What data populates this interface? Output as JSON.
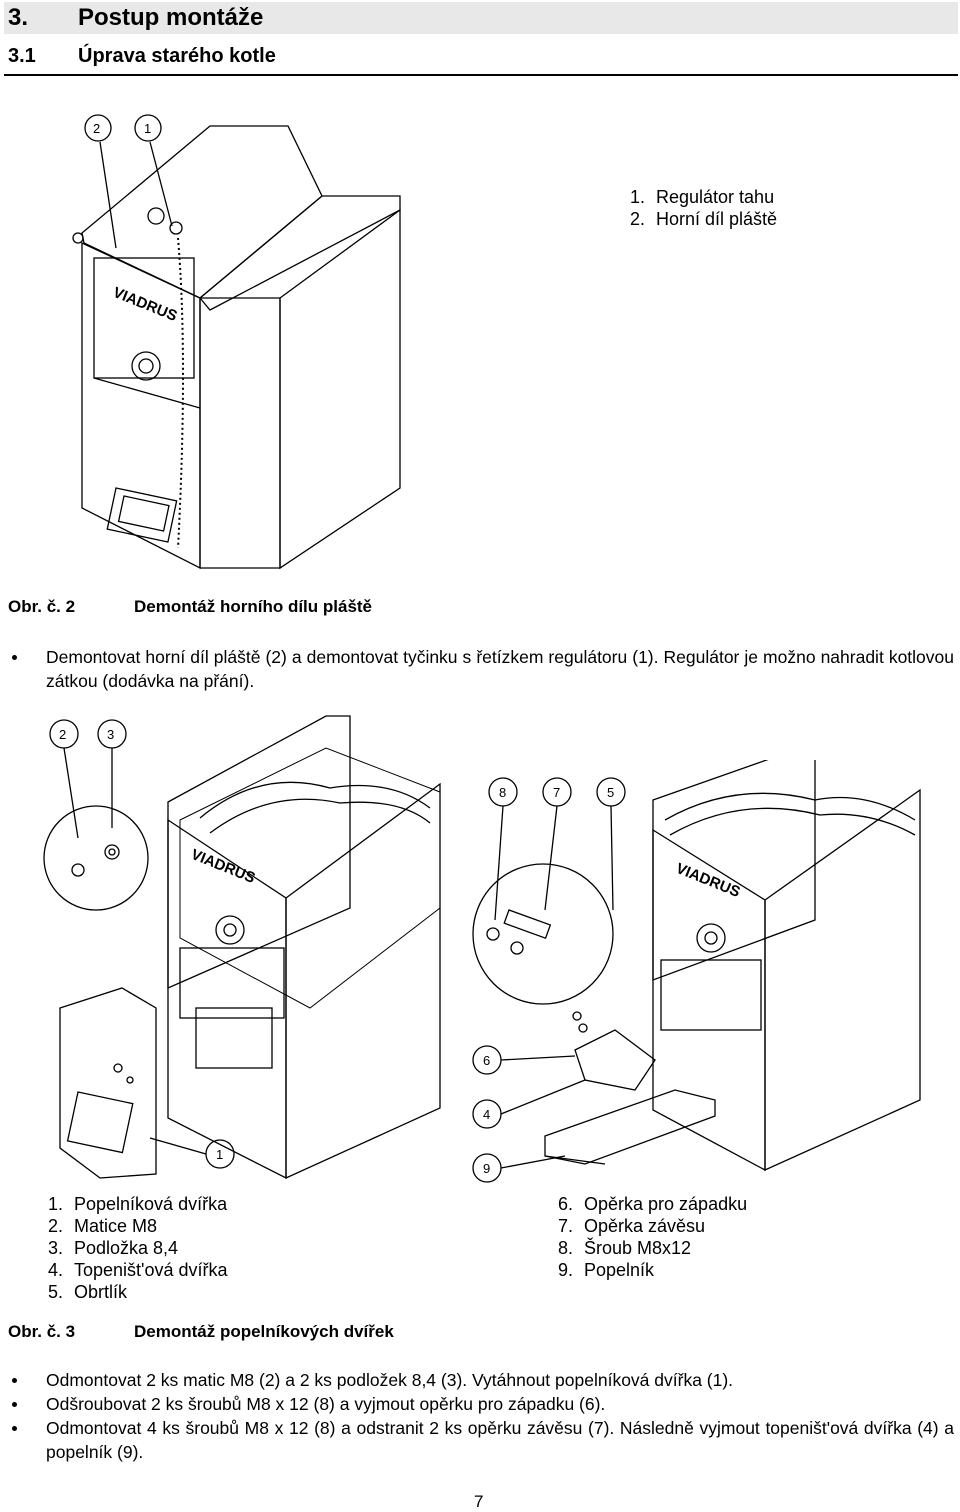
{
  "heading1": {
    "number": "3.",
    "title": "Postup montáže"
  },
  "heading2": {
    "number": "3.1",
    "title": "Úprava starého kotle"
  },
  "figure2": {
    "callouts": [
      "2",
      "1"
    ],
    "brand": "VIADRUS",
    "legend": [
      {
        "n": "1.",
        "label": "Regulátor tahu"
      },
      {
        "n": "2.",
        "label": "Horní díl pláště"
      }
    ],
    "caption_label": "Obr. č. 2",
    "caption_title": "Demontáž horního dílu pláště"
  },
  "instructions1": [
    "Demontovat horní díl pláště (2) a demontovat tyčinku s řetízkem regulátoru (1). Regulátor je možno nahradit kotlovou zátkou (dodávka na přání)."
  ],
  "figure3": {
    "callouts_left": [
      "2",
      "3",
      "1"
    ],
    "callouts_right": [
      "8",
      "7",
      "5",
      "6",
      "4",
      "9"
    ],
    "brand": "VIADRUS",
    "legend_left": [
      {
        "n": "1.",
        "label": "Popelníková dvířka"
      },
      {
        "n": "2.",
        "label": "Matice M8"
      },
      {
        "n": "3.",
        "label": "Podložka 8,4"
      },
      {
        "n": "4.",
        "label": "Topeništ'ová dvířka"
      },
      {
        "n": "5.",
        "label": "Obrtlík"
      }
    ],
    "legend_right": [
      {
        "n": "6.",
        "label": "Opěrka pro západku"
      },
      {
        "n": "7.",
        "label": "Opěrka závěsu"
      },
      {
        "n": "8.",
        "label": "Šroub M8x12"
      },
      {
        "n": "9.",
        "label": "Popelník"
      }
    ],
    "caption_label": "Obr. č. 3",
    "caption_title": "Demontáž popelníkových dvířek"
  },
  "instructions2": [
    "Odmontovat 2 ks matic M8 (2) a 2 ks podložek 8,4 (3). Vytáhnout popelníková dvířka (1).",
    "Odšroubovat 2 ks šroubů M8 x 12 (8) a vyjmout opěrku pro západku (6).",
    "Odmontovat 4 ks šroubů M8 x 12 (8) a odstranit 2 ks opěrku závěsu (7). Následně vyjmout topeništ'ová dvířka (4) a popelník (9)."
  ],
  "page_number": "7"
}
